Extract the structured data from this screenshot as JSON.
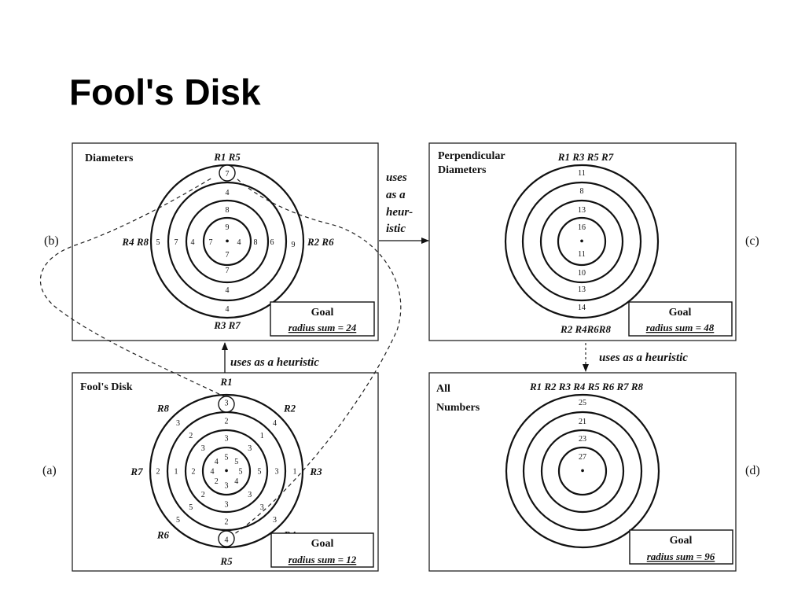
{
  "title": "Fool's Disk",
  "arrow_labels": {
    "b_to_c": [
      "uses",
      "as a",
      "heur-",
      "istic"
    ],
    "a_to_b": "uses as a heuristic",
    "c_to_d": "uses as a heuristic"
  },
  "panels": {
    "b": {
      "tag": "(b)",
      "name": [
        "Diameters"
      ],
      "goal_title": "Goal",
      "goal_value": "radius sum = 24",
      "top_label": "R1 R5",
      "bottom_label": "R3 R7",
      "left_label": "R4 R8",
      "right_label": "R2 R6",
      "center": "•",
      "vertical": [
        "7",
        "4",
        "8",
        "9",
        "7",
        "7",
        "4",
        "4"
      ],
      "horizontal": [
        "5",
        "7",
        "4",
        "7",
        "4",
        "8",
        "6",
        "9"
      ]
    },
    "c": {
      "tag": "(c)",
      "name": [
        "Perpendicular",
        "Diameters"
      ],
      "goal_title": "Goal",
      "goal_value": "radius sum = 48",
      "top_label": "R1 R3 R5 R7",
      "bottom_label": "R2 R4R6R8",
      "center": "•",
      "vertical": [
        "11",
        "8",
        "13",
        "16",
        "11",
        "10",
        "13",
        "14"
      ]
    },
    "a": {
      "tag": "(a)",
      "name": [
        "Fool's Disk"
      ],
      "goal_title": "Goal",
      "goal_value": "radius sum = 12",
      "center": "•",
      "ray_labels": [
        "R1",
        "R2",
        "R3",
        "R4",
        "R5",
        "R6",
        "R7",
        "R8"
      ],
      "rings": [
        [
          "3",
          "4",
          "1",
          "3",
          "4",
          "5",
          "2",
          "3"
        ],
        [
          "2",
          "1",
          "3",
          "3",
          "2",
          "5",
          "1",
          "2"
        ],
        [
          "3",
          "3",
          "5",
          "3",
          "3",
          "2",
          "2",
          "3"
        ],
        [
          "5",
          "5",
          "5",
          "4",
          "3",
          "2",
          "4",
          "4"
        ]
      ]
    },
    "d": {
      "tag": "(d)",
      "name": [
        "All",
        "Numbers"
      ],
      "goal_title": "Goal",
      "goal_value": "radius sum = 96",
      "top_label": "R1 R2 R3 R4 R5 R6 R7 R8",
      "center": "•",
      "vertical": [
        "25",
        "21",
        "23",
        "27"
      ]
    }
  }
}
